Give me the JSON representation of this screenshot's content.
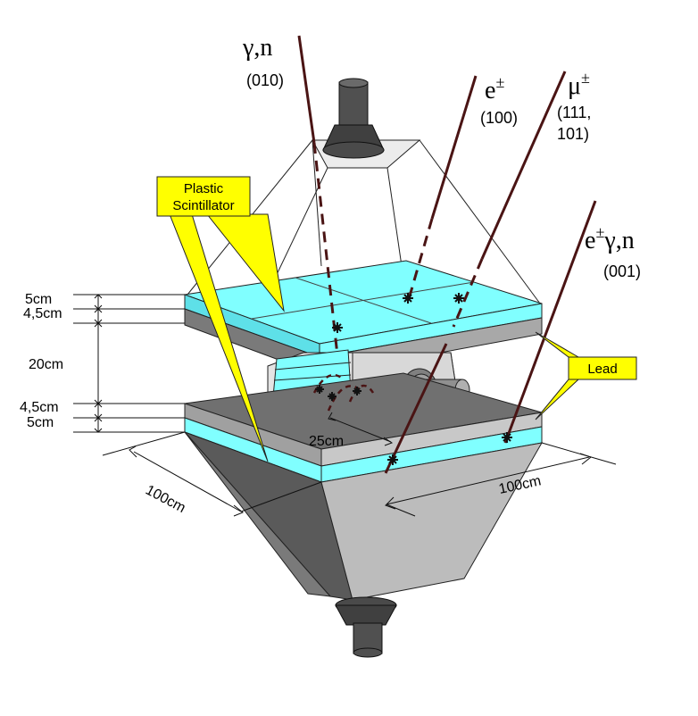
{
  "particles": {
    "gamma_n": {
      "symbol": "γ,n",
      "code": "(010)"
    },
    "electron": {
      "symbol_base": "e",
      "symbol_sup": "±",
      "code": "(100)"
    },
    "muon": {
      "symbol_base": "μ",
      "symbol_sup": "±",
      "code_line1": "(111,",
      "code_line2": "101)"
    },
    "mixed": {
      "symbol_base": "e",
      "symbol_sup": "±",
      "symbol_rest": "γ,n",
      "code": "(001)"
    }
  },
  "callouts": {
    "plastic_line1": "Plastic",
    "plastic_line2": "Scintillator",
    "lead": "Lead"
  },
  "dimensions": {
    "top_plastic": "5cm",
    "top_lead": "4,5cm",
    "gap": "20cm",
    "bottom_lead": "4,5cm",
    "bottom_plastic": "5cm",
    "inner": "25cm",
    "width_left": "100cm",
    "width_right": "100cm"
  },
  "colors": {
    "scintillator": "#80ffff",
    "lead_dark": "#808080",
    "lead_light": "#c0c0c0",
    "callout_fill": "#ffff00",
    "track": "#4a1414"
  }
}
